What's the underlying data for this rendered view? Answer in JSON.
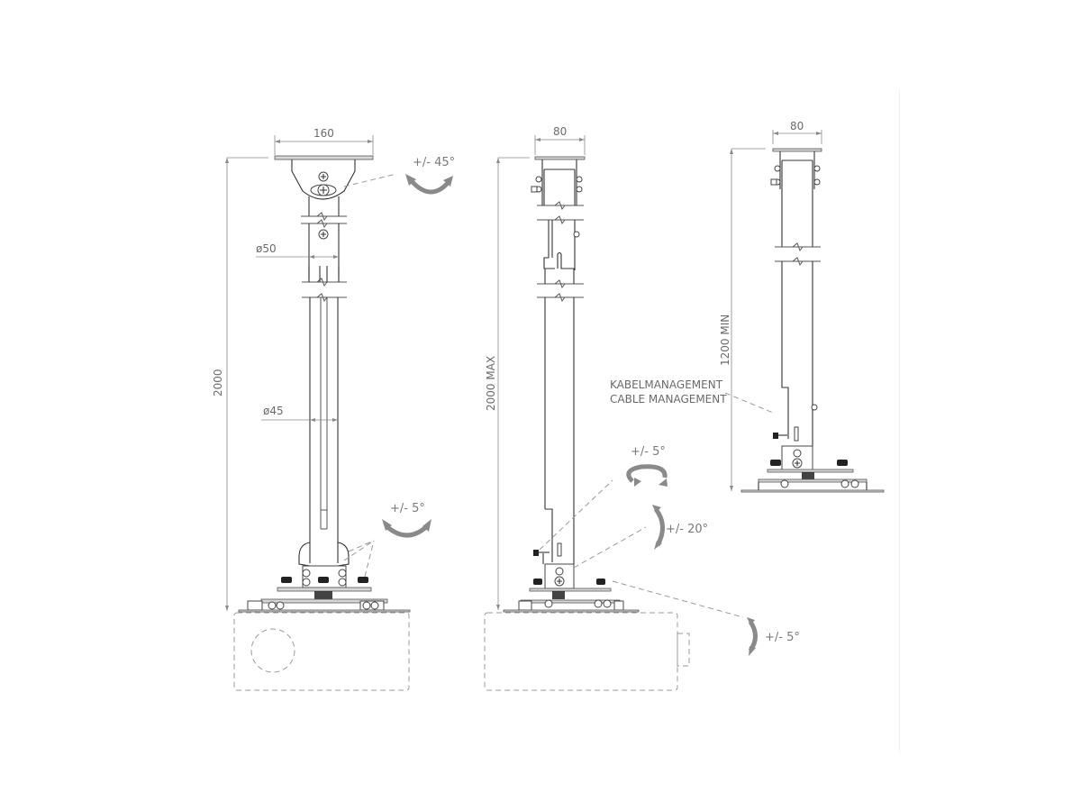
{
  "diagram": {
    "subject": "Projector ceiling mount technical drawing",
    "views": [
      {
        "name": "front-view",
        "dimensions": {
          "plate_width": "160",
          "total_height": "2000",
          "upper_tube_diameter": "ø50",
          "lower_tube_diameter": "ø45"
        },
        "angles": {
          "top_tilt": "+/- 45°",
          "bottom_tilt": "+/- 5°"
        }
      },
      {
        "name": "side-view",
        "dimensions": {
          "plate_width": "80",
          "max_height": "2000 MAX"
        },
        "angles": {
          "swivel": "+/- 5°",
          "tilt": "+/- 20°",
          "roll": "+/- 5°"
        }
      },
      {
        "name": "side-view-min",
        "dimensions": {
          "plate_width": "80",
          "min_height": "1200 MIN"
        },
        "callout": {
          "line1": "KABELMANAGEMENT",
          "line2": "CABLE MANAGEMENT"
        }
      }
    ],
    "colors": {
      "line": "#555555",
      "dimension": "#8a8a8a",
      "arrow": "#8a8a8a",
      "text": "#6a6a6a",
      "background": "#ffffff"
    }
  }
}
